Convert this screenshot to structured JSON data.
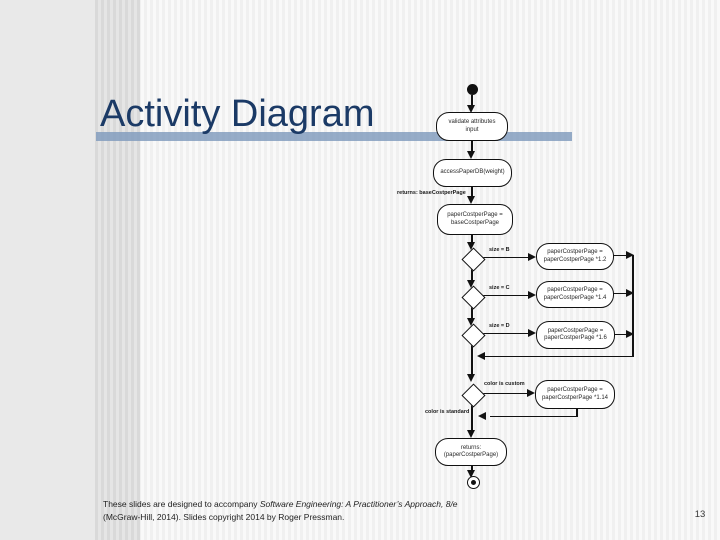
{
  "slide": {
    "title": "Activity Diagram",
    "page_number": "13"
  },
  "colors": {
    "title_text": "#1b3a66",
    "title_underline_bar": "#7d98bc",
    "diagram_line": "#121212",
    "node_fill": "#ffffff"
  },
  "footer": {
    "line1_regular": "These slides are designed to accompany ",
    "line1_italic": "Software Engineering: A Practitioner’s Approach, 8/e",
    "line2": "(McGraw-Hill, 2014). Slides copyright 2014 by Roger Pressman."
  },
  "diagram": {
    "nodes": {
      "validate": "validate attributes\ninput",
      "access_db": "accessPaperDB(weight)",
      "assign_base": "paperCostperPage =\nbaseCostperPage",
      "mult12": "paperCostperPage =\npaperCostperPage *1.2",
      "mult14": "paperCostperPage =\npaperCostperPage *1.4",
      "mult16": "paperCostperPage =\npaperCostperPage *1.6",
      "mult114": "paperCostperPage =\npaperCostperPage *1.14",
      "returns_node": "returns:\n(paperCostperPage)"
    },
    "labels": {
      "returns_base": "returns: baseCostperPage",
      "size_b": "size = B",
      "size_c": "size = C",
      "size_d": "size = D",
      "color_custom": "color is custom",
      "color_standard": "color is standard"
    }
  }
}
